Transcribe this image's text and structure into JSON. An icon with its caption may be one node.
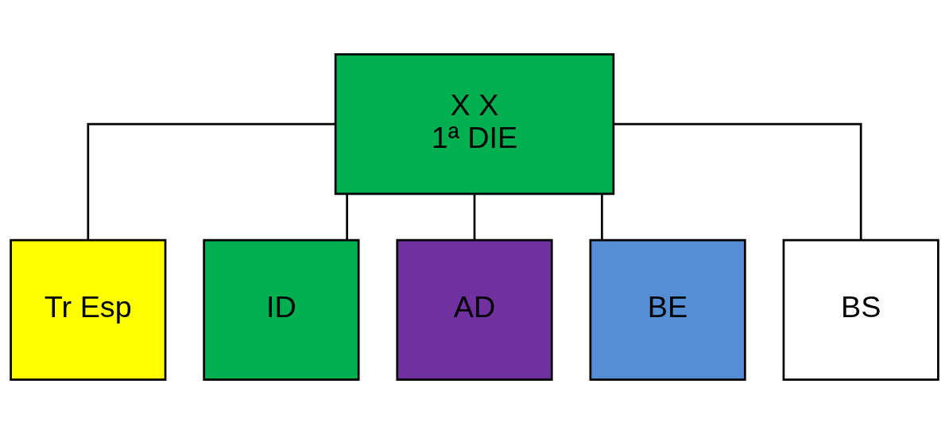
{
  "diagram": {
    "nodes": [
      {
        "text": [
          "X X",
          "1ª DIE"
        ]
      },
      {
        "text": [
          "Tr Esp"
        ]
      },
      {
        "text": [
          "ID"
        ]
      },
      {
        "text": [
          "AD"
        ]
      },
      {
        "text": [
          "BE"
        ]
      },
      {
        "text": [
          "BS"
        ]
      }
    ],
    "edges": [
      {
        "from": 0,
        "to": 1,
        "arrow": "none"
      },
      {
        "from": 0,
        "to": 2,
        "arrow": "none"
      },
      {
        "from": 0,
        "to": 3,
        "arrow": "none"
      },
      {
        "from": 0,
        "to": 4,
        "arrow": "none"
      },
      {
        "from": 0,
        "to": 5,
        "arrow": "none"
      }
    ]
  }
}
